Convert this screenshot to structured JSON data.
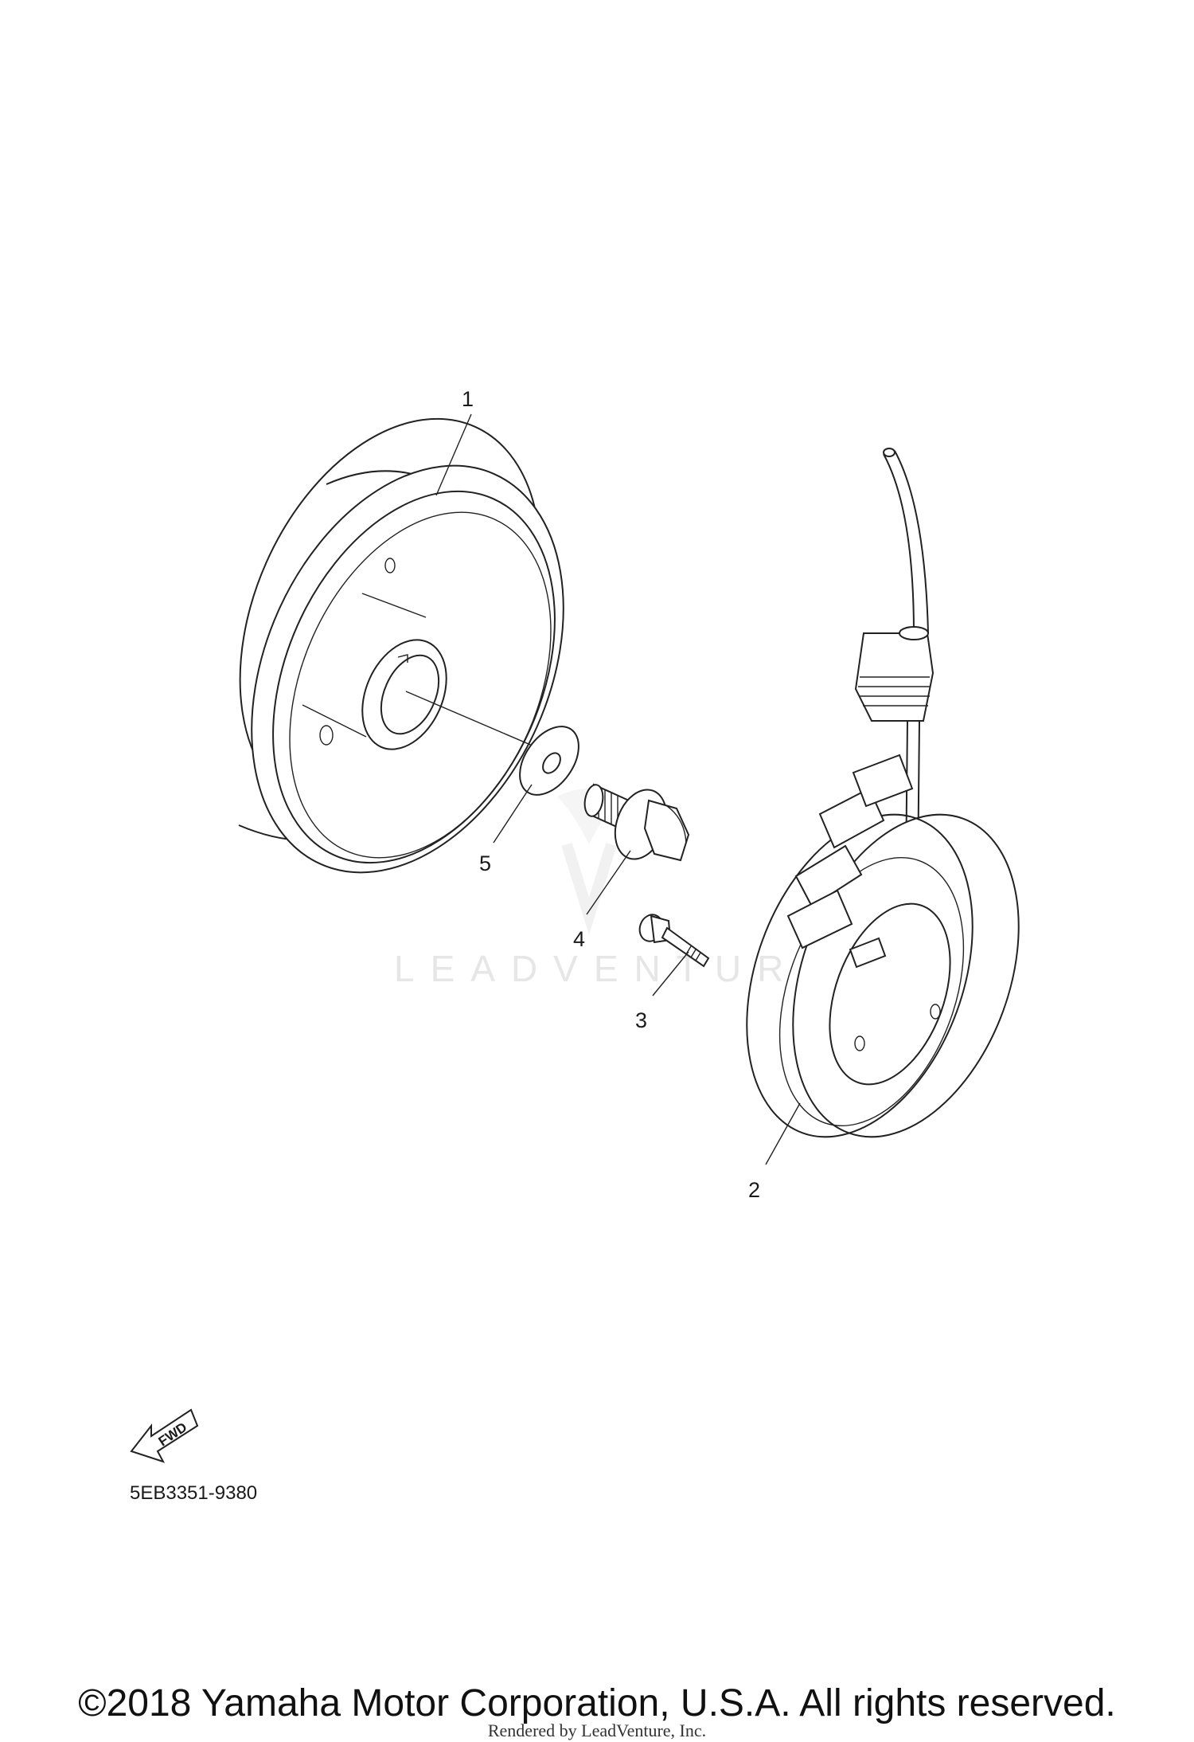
{
  "diagram": {
    "parts": [
      {
        "callout": "1",
        "name": "rotor"
      },
      {
        "callout": "2",
        "name": "stator"
      },
      {
        "callout": "3",
        "name": "screw"
      },
      {
        "callout": "4",
        "name": "bolt"
      },
      {
        "callout": "5",
        "name": "washer"
      }
    ],
    "direction_label": "FWD",
    "reference_code": "5EB3351-9380",
    "watermark": "LEADVENTURE"
  },
  "footer": {
    "copyright": "©2018 Yamaha Motor Corporation, U.S.A. All rights reserved.",
    "rendered_by": "Rendered by LeadVenture, Inc."
  }
}
